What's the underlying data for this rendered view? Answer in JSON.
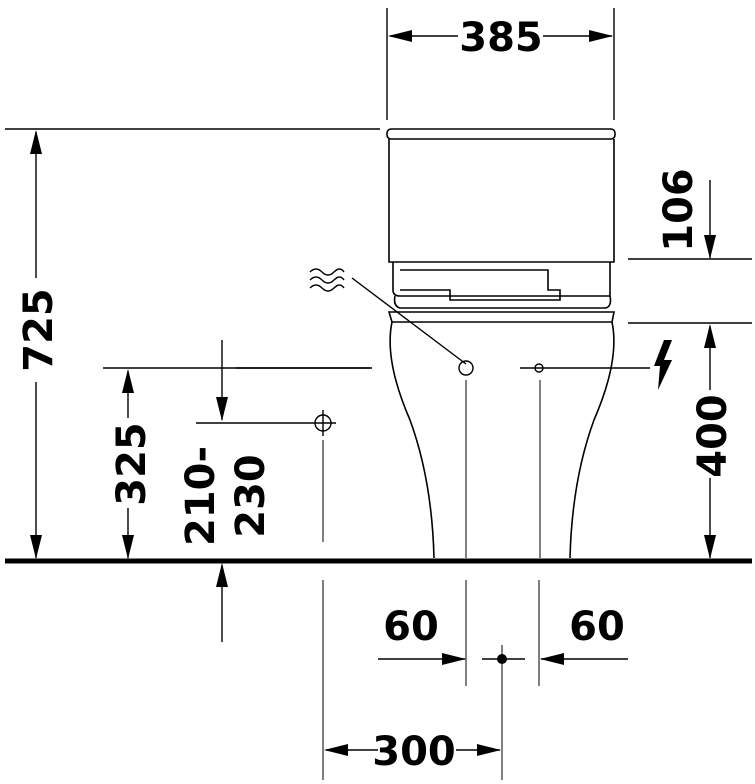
{
  "dimensions": {
    "width_top": "385",
    "total_height": "725",
    "tank_offset": "106",
    "electric_height": "400",
    "water_inlet_height": "325",
    "outlet_range_line1": "210-",
    "outlet_range_line2": "230",
    "offset_left": "60",
    "offset_right": "60",
    "wall_to_center": "300"
  },
  "icons": {
    "water_supply": "water-wave-icon",
    "electric": "lightning-bolt-icon",
    "connection_point": "circle-crosshair-icon"
  },
  "colors": {
    "line": "#000000",
    "background": "#ffffff"
  }
}
